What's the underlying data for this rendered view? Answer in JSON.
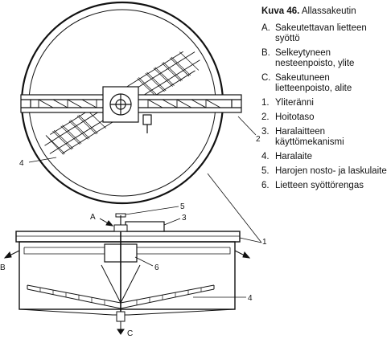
{
  "caption": {
    "number": "Kuva 46.",
    "title": "Allassakeutin"
  },
  "legend": [
    {
      "key": "A.",
      "text": "Sakeutettavan lietteen syöttö"
    },
    {
      "key": "B.",
      "text": "Selkeytyneen nesteenpoisto, ylite"
    },
    {
      "key": "C.",
      "text": "Sakeutuneen lietteenpoisto, alite"
    },
    {
      "key": "1.",
      "text": "Ylitеränni"
    },
    {
      "key": "2.",
      "text": "Hoitotaso"
    },
    {
      "key": "3.",
      "text": "Haralaitteen käyttömekanismi"
    },
    {
      "key": "4.",
      "text": "Haralaite"
    },
    {
      "key": "5.",
      "text": "Harojen nosto- ja laskulaite"
    },
    {
      "key": "6.",
      "text": "Lietteen syöttörengas"
    }
  ],
  "callouts": {
    "c1": "1",
    "c2": "2",
    "c3": "3",
    "c4a": "4",
    "c4b": "4",
    "c5": "5",
    "c6": "6",
    "A": "A",
    "B": "B",
    "C": "C"
  }
}
